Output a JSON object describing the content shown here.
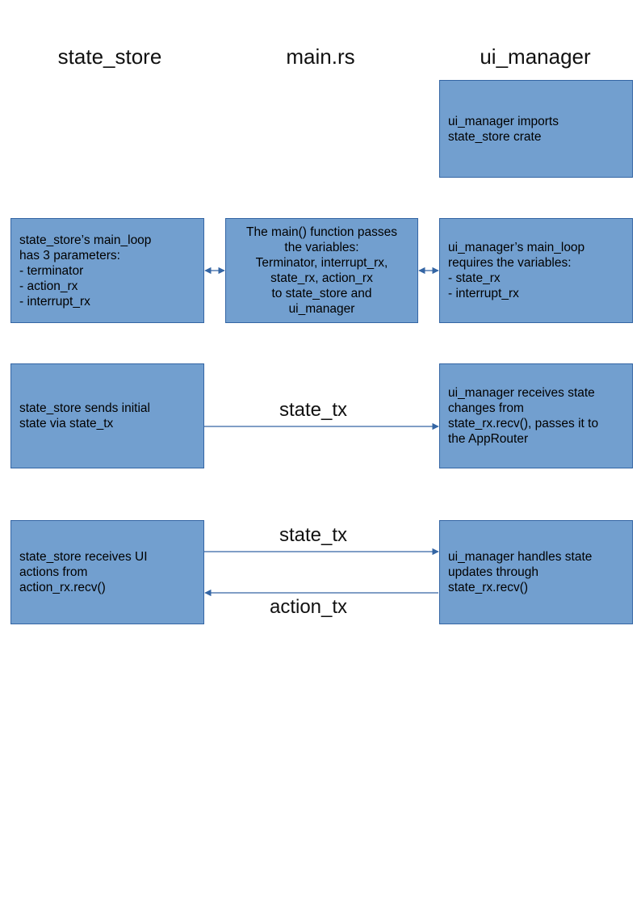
{
  "columns": {
    "left": "state_store",
    "middle": "main.rs",
    "right": "ui_manager"
  },
  "boxes": {
    "ui_manager_imports": [
      "ui_manager imports",
      "state_store crate"
    ],
    "state_store_main_loop": [
      "state_store’s main_loop",
      "has 3 parameters:",
      "- terminator",
      "- action_rx",
      "- interrupt_rx"
    ],
    "main_function": [
      "The main() function passes",
      "the variables:",
      "Terminator, interrupt_rx,",
      "state_rx, action_rx",
      "to state_store and",
      "ui_manager"
    ],
    "ui_manager_main_loop": [
      "ui_manager’s main_loop",
      "requires the variables:",
      "- state_rx",
      "- interrupt_rx"
    ],
    "state_store_sends": [
      "state_store sends initial",
      "state via state_tx"
    ],
    "ui_manager_receives": [
      "ui_manager receives state",
      "changes from",
      "state_rx.recv(), passes it to",
      "the AppRouter"
    ],
    "state_store_receives": [
      "state_store receives UI",
      "actions from",
      "action_rx.recv()"
    ],
    "ui_manager_handles": [
      "ui_manager handles state",
      "updates through",
      "state_rx.recv()"
    ]
  },
  "edge_labels": {
    "initial_state_tx": "state_tx",
    "updates_state_tx": "state_tx",
    "action_tx": "action_tx"
  },
  "colors": {
    "box_fill": "#729fcf",
    "box_border": "#3465a4",
    "connector": "#3465a4"
  }
}
